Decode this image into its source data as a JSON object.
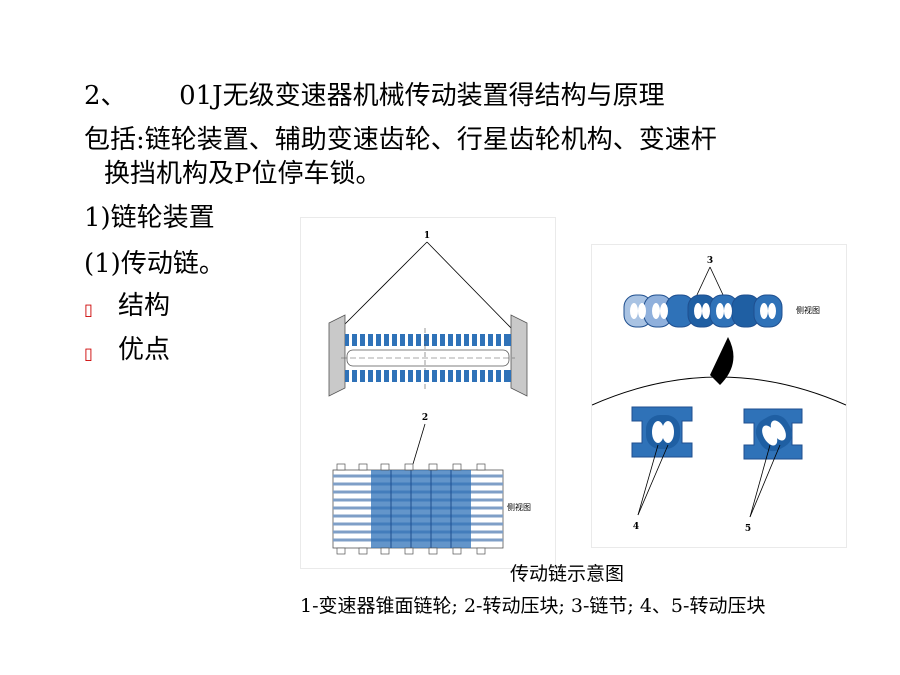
{
  "slide": {
    "heading_num": "2、",
    "heading_text": "01J无级变速器机械传动装置得结构与原理",
    "includes_line1": "包括:链轮装置、辅助变速齿轮、行星齿轮机构、变速杆",
    "includes_line2": "换挡机构及P位停车锁。",
    "section": "1)链轮装置",
    "subsection": "(1)传动链。",
    "bullets": [
      {
        "glyph": "▯",
        "text": "结构"
      },
      {
        "glyph": "▯",
        "text": "优点"
      }
    ]
  },
  "figure": {
    "left_labels": {
      "l1": "1",
      "l2": "2",
      "side_view": "侧视图"
    },
    "right_labels": {
      "l3": "3",
      "l4": "4",
      "l5": "5",
      "side_view": "侧视图"
    },
    "caption_title": "传动链示意图",
    "caption_legend": "1-变速器锥面链轮; 2-转动压块; 3-链节; 4、5-转动压块"
  },
  "colors": {
    "background": "#ffffff",
    "figure_panel": "#ffffff",
    "panel_shadow": "#e6e6e6",
    "chain_blue": "#2f72b8",
    "chain_dark": "#1f4f8f",
    "chain_light": "#a9c3e3",
    "bullet_red": "#cc0000"
  }
}
